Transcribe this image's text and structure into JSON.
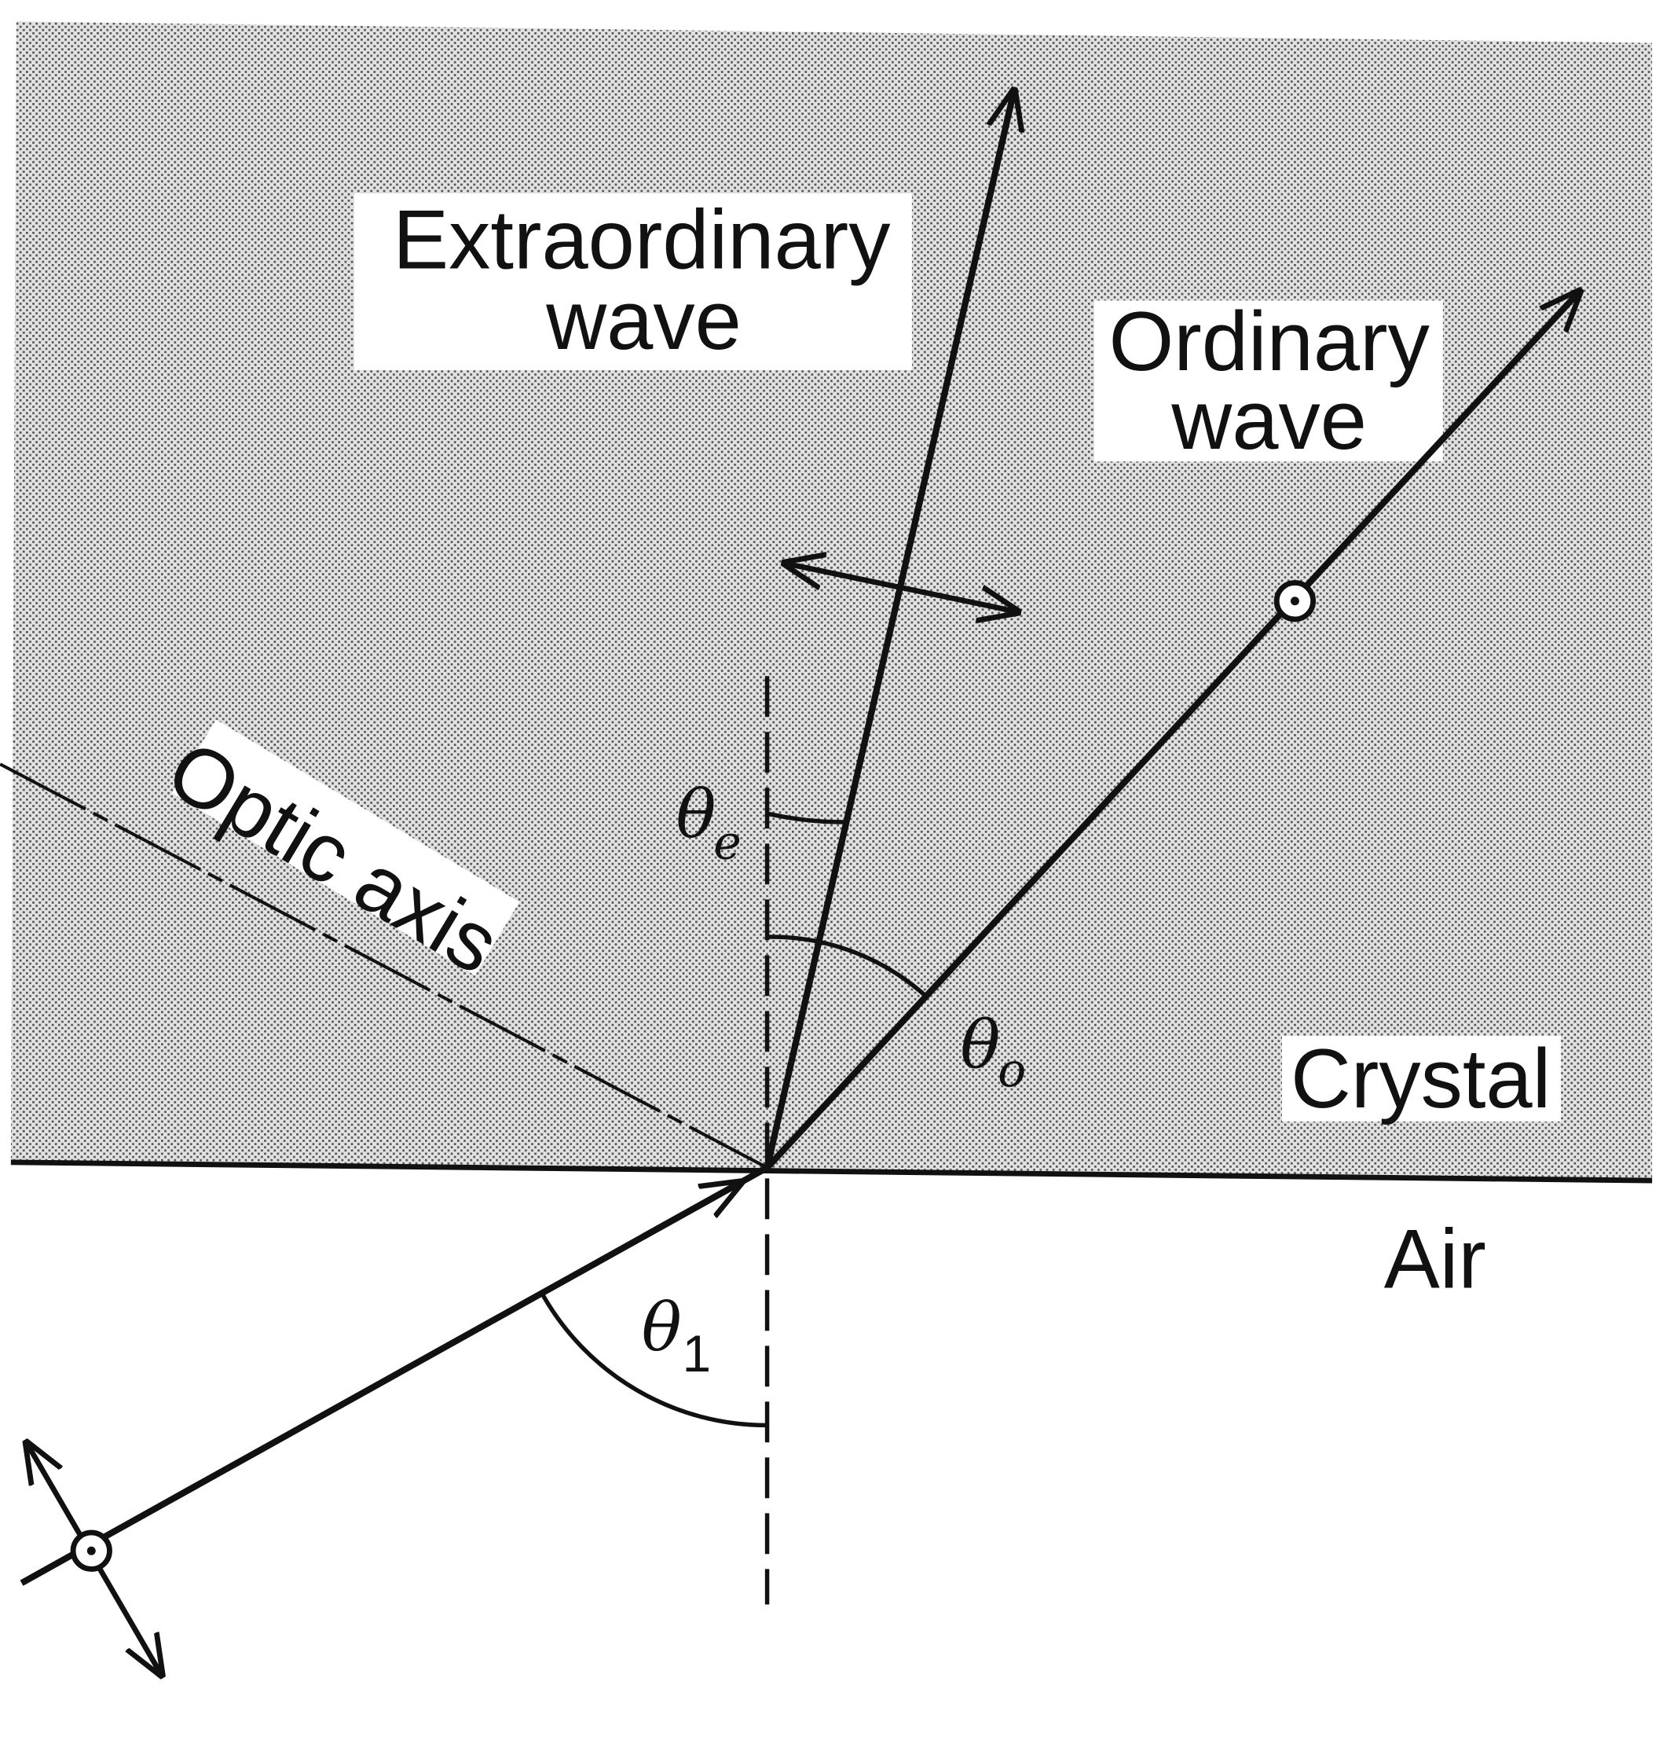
{
  "diagram": {
    "labels": {
      "extraordinary_line1": "Extraordinary",
      "extraordinary_line2": "wave",
      "ordinary_line1": "Ordinary",
      "ordinary_line2": "wave",
      "optic_axis": "Optic axis",
      "crystal": "Crystal",
      "air": "Air",
      "theta": "θ",
      "theta_e_sub": "e",
      "theta_o_sub": "o",
      "theta_1_sub": "1"
    },
    "colors": {
      "ink": "#111111",
      "shade": "#bdbdbd",
      "background": "#ffffff"
    }
  }
}
